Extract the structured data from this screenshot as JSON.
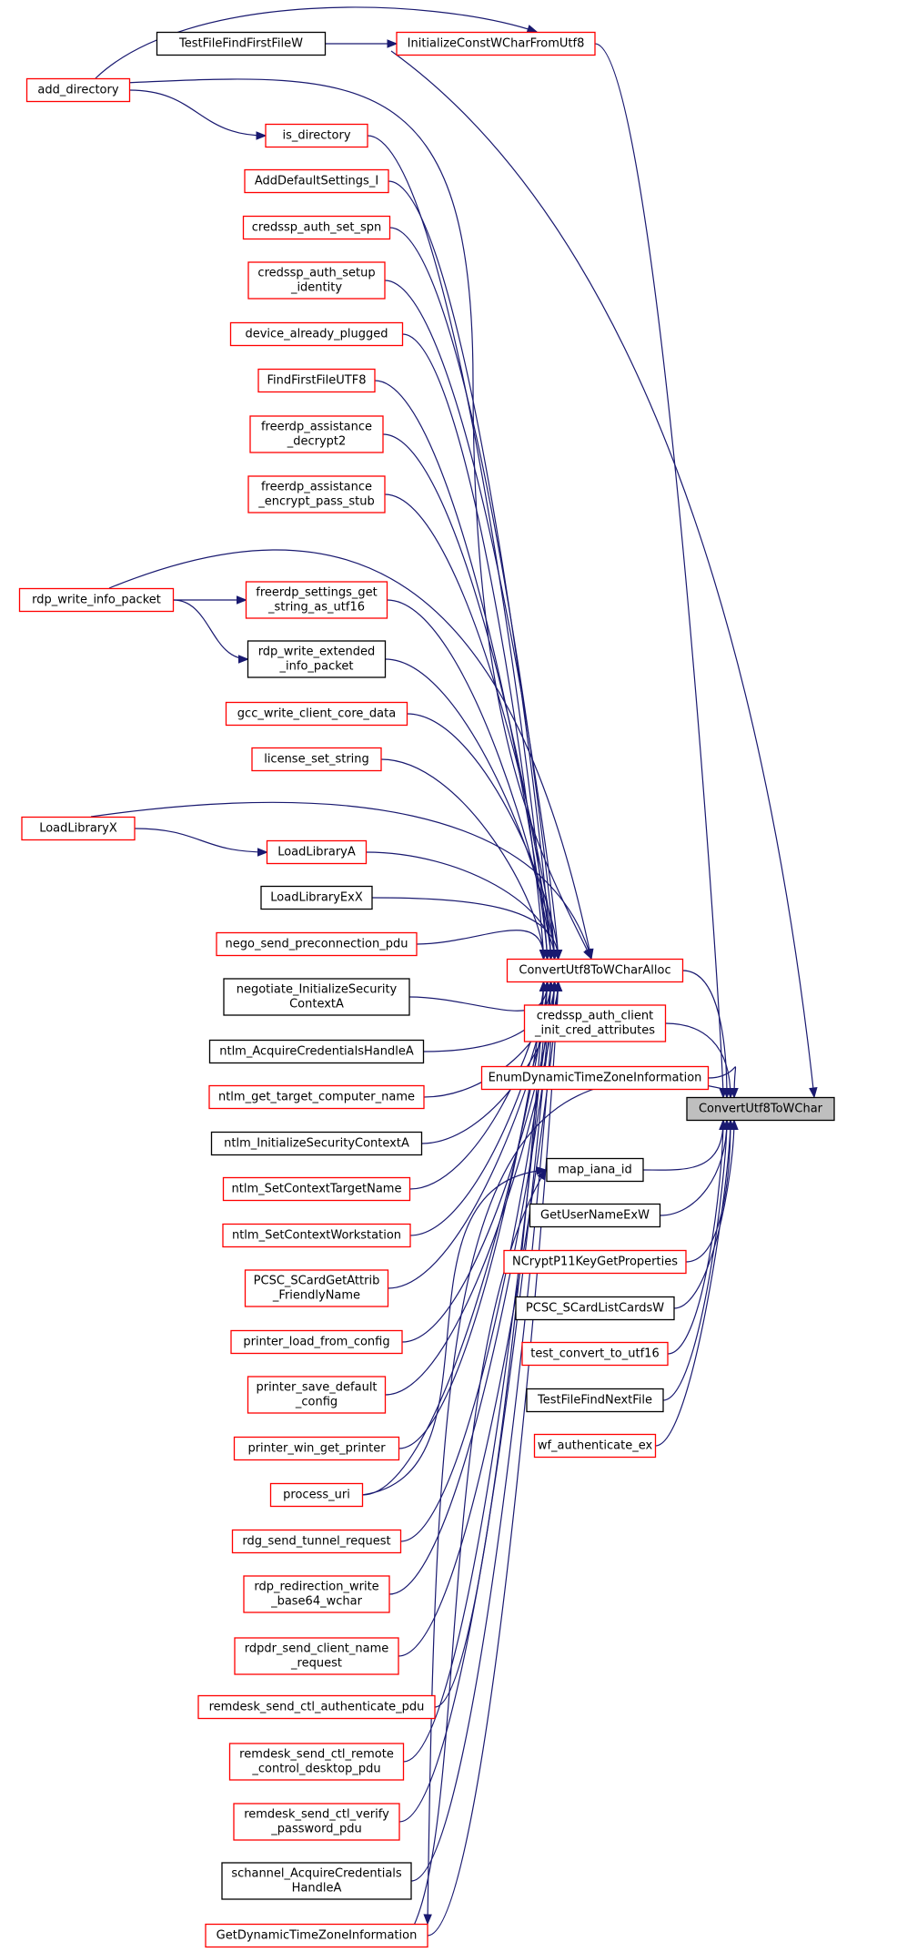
{
  "graph": {
    "title": "",
    "focus_id": "n_focus",
    "colors": {
      "edge": "#191970",
      "border_linked": "#ff0000",
      "border_plain": "#000000",
      "focus_fill": "#bfbfbf"
    },
    "nodes": [
      {
        "id": "n_focus",
        "lines": [
          "ConvertUtf8ToWChar"
        ],
        "style": "focus"
      },
      {
        "id": "n_init",
        "lines": [
          "InitializeConstWCharFromUtf8"
        ],
        "style": "red"
      },
      {
        "id": "n_tffff",
        "lines": [
          "TestFileFindFirstFileW"
        ],
        "style": "black"
      },
      {
        "id": "n_adddir",
        "lines": [
          "add_directory"
        ],
        "style": "red"
      },
      {
        "id": "n_isdir",
        "lines": [
          "is_directory"
        ],
        "style": "red"
      },
      {
        "id": "n_adddef",
        "lines": [
          "AddDefaultSettings_I"
        ],
        "style": "red"
      },
      {
        "id": "n_cassp",
        "lines": [
          "credssp_auth_set_spn"
        ],
        "style": "red"
      },
      {
        "id": "n_casi",
        "lines": [
          "credssp_auth_setup",
          "_identity"
        ],
        "style": "red"
      },
      {
        "id": "n_dap",
        "lines": [
          "device_already_plugged"
        ],
        "style": "red"
      },
      {
        "id": "n_fff8",
        "lines": [
          "FindFirstFileUTF8"
        ],
        "style": "red"
      },
      {
        "id": "n_fad2",
        "lines": [
          "freerdp_assistance",
          "_decrypt2"
        ],
        "style": "red"
      },
      {
        "id": "n_faeps",
        "lines": [
          "freerdp_assistance",
          "_encrypt_pass_stub"
        ],
        "style": "red"
      },
      {
        "id": "n_rwip",
        "lines": [
          "rdp_write_info_packet"
        ],
        "style": "red"
      },
      {
        "id": "n_fsgs",
        "lines": [
          "freerdp_settings_get",
          "_string_as_utf16"
        ],
        "style": "red"
      },
      {
        "id": "n_rweip",
        "lines": [
          "rdp_write_extended",
          "_info_packet"
        ],
        "style": "black"
      },
      {
        "id": "n_gwccd",
        "lines": [
          "gcc_write_client_core_data"
        ],
        "style": "red"
      },
      {
        "id": "n_lss",
        "lines": [
          "license_set_string"
        ],
        "style": "red"
      },
      {
        "id": "n_llx",
        "lines": [
          "LoadLibraryX"
        ],
        "style": "red"
      },
      {
        "id": "n_lla",
        "lines": [
          "LoadLibraryA"
        ],
        "style": "red"
      },
      {
        "id": "n_llex",
        "lines": [
          "LoadLibraryExX"
        ],
        "style": "black"
      },
      {
        "id": "n_nspp",
        "lines": [
          "nego_send_preconnection_pdu"
        ],
        "style": "red"
      },
      {
        "id": "n_alloc",
        "lines": [
          "ConvertUtf8ToWCharAlloc"
        ],
        "style": "red"
      },
      {
        "id": "n_nisc",
        "lines": [
          "negotiate_InitializeSecurity",
          "ContextA"
        ],
        "style": "black"
      },
      {
        "id": "n_nach",
        "lines": [
          "ntlm_AcquireCredentialsHandleA"
        ],
        "style": "black"
      },
      {
        "id": "n_ngtcn",
        "lines": [
          "ntlm_get_target_computer_name"
        ],
        "style": "red"
      },
      {
        "id": "n_nisca",
        "lines": [
          "ntlm_InitializeSecurityContextA"
        ],
        "style": "black"
      },
      {
        "id": "n_nsctn",
        "lines": [
          "ntlm_SetContextTargetName"
        ],
        "style": "red"
      },
      {
        "id": "n_nscw",
        "lines": [
          "ntlm_SetContextWorkstation"
        ],
        "style": "red"
      },
      {
        "id": "n_psgafn",
        "lines": [
          "PCSC_SCardGetAttrib",
          "_FriendlyName"
        ],
        "style": "red"
      },
      {
        "id": "n_plfc",
        "lines": [
          "printer_load_from_config"
        ],
        "style": "red"
      },
      {
        "id": "n_psdc",
        "lines": [
          "printer_save_default",
          "_config"
        ],
        "style": "red"
      },
      {
        "id": "n_pwgp",
        "lines": [
          "printer_win_get_printer"
        ],
        "style": "red"
      },
      {
        "id": "n_puri",
        "lines": [
          "process_uri"
        ],
        "style": "red"
      },
      {
        "id": "n_rstr",
        "lines": [
          "rdg_send_tunnel_request"
        ],
        "style": "red"
      },
      {
        "id": "n_rrwbw",
        "lines": [
          "rdp_redirection_write",
          "_base64_wchar"
        ],
        "style": "red"
      },
      {
        "id": "n_rscnr",
        "lines": [
          "rdpdr_send_client_name",
          "_request"
        ],
        "style": "red"
      },
      {
        "id": "n_rscap",
        "lines": [
          "remdesk_send_ctl_authenticate_pdu"
        ],
        "style": "red"
      },
      {
        "id": "n_rscrc",
        "lines": [
          "remdesk_send_ctl_remote",
          "_control_desktop_pdu"
        ],
        "style": "red"
      },
      {
        "id": "n_rscvp",
        "lines": [
          "remdesk_send_ctl_verify",
          "_password_pdu"
        ],
        "style": "red"
      },
      {
        "id": "n_sach",
        "lines": [
          "schannel_AcquireCredentials",
          "HandleA"
        ],
        "style": "black"
      },
      {
        "id": "n_gdtzi",
        "lines": [
          "GetDynamicTimeZoneInformation"
        ],
        "style": "red"
      },
      {
        "id": "n_caicca",
        "lines": [
          "credssp_auth_client",
          "_init_cred_attributes"
        ],
        "style": "red"
      },
      {
        "id": "n_edtzi",
        "lines": [
          "EnumDynamicTimeZoneInformation"
        ],
        "style": "red"
      },
      {
        "id": "n_mii",
        "lines": [
          "map_iana_id"
        ],
        "style": "black"
      },
      {
        "id": "n_gunew",
        "lines": [
          "GetUserNameExW"
        ],
        "style": "black"
      },
      {
        "id": "n_ncpkgp",
        "lines": [
          "NCryptP11KeyGetProperties"
        ],
        "style": "red"
      },
      {
        "id": "n_pslcw",
        "lines": [
          "PCSC_SCardListCardsW"
        ],
        "style": "black"
      },
      {
        "id": "n_tctu",
        "lines": [
          "test_convert_to_utf16"
        ],
        "style": "red"
      },
      {
        "id": "n_tffnf",
        "lines": [
          "TestFileFindNextFile"
        ],
        "style": "black"
      },
      {
        "id": "n_wfae",
        "lines": [
          "wf_authenticate_ex"
        ],
        "style": "red"
      }
    ],
    "edges": [
      {
        "from": "n_init",
        "to": "n_focus"
      },
      {
        "from": "n_tffff",
        "to": "n_init"
      },
      {
        "from": "n_adddir",
        "to": "n_init"
      },
      {
        "from": "n_tffff",
        "to": "n_focus"
      },
      {
        "from": "n_adddir",
        "to": "n_isdir"
      },
      {
        "from": "n_adddir",
        "to": "n_alloc"
      },
      {
        "from": "n_isdir",
        "to": "n_alloc"
      },
      {
        "from": "n_adddef",
        "to": "n_alloc"
      },
      {
        "from": "n_cassp",
        "to": "n_alloc"
      },
      {
        "from": "n_casi",
        "to": "n_alloc"
      },
      {
        "from": "n_dap",
        "to": "n_alloc"
      },
      {
        "from": "n_fff8",
        "to": "n_alloc"
      },
      {
        "from": "n_fad2",
        "to": "n_alloc"
      },
      {
        "from": "n_faeps",
        "to": "n_alloc"
      },
      {
        "from": "n_rwip",
        "to": "n_fsgs"
      },
      {
        "from": "n_rwip",
        "to": "n_rweip"
      },
      {
        "from": "n_rwip",
        "to": "n_alloc"
      },
      {
        "from": "n_fsgs",
        "to": "n_alloc"
      },
      {
        "from": "n_rweip",
        "to": "n_alloc"
      },
      {
        "from": "n_gwccd",
        "to": "n_alloc"
      },
      {
        "from": "n_lss",
        "to": "n_alloc"
      },
      {
        "from": "n_llx",
        "to": "n_lla"
      },
      {
        "from": "n_llx",
        "to": "n_alloc"
      },
      {
        "from": "n_lla",
        "to": "n_alloc"
      },
      {
        "from": "n_llex",
        "to": "n_alloc"
      },
      {
        "from": "n_nspp",
        "to": "n_alloc"
      },
      {
        "from": "n_nisc",
        "to": "n_alloc"
      },
      {
        "from": "n_nach",
        "to": "n_alloc"
      },
      {
        "from": "n_ngtcn",
        "to": "n_alloc"
      },
      {
        "from": "n_nisca",
        "to": "n_alloc"
      },
      {
        "from": "n_nsctn",
        "to": "n_alloc"
      },
      {
        "from": "n_nscw",
        "to": "n_alloc"
      },
      {
        "from": "n_psgafn",
        "to": "n_alloc"
      },
      {
        "from": "n_plfc",
        "to": "n_alloc"
      },
      {
        "from": "n_psdc",
        "to": "n_alloc"
      },
      {
        "from": "n_pwgp",
        "to": "n_alloc"
      },
      {
        "from": "n_puri",
        "to": "n_alloc"
      },
      {
        "from": "n_rstr",
        "to": "n_alloc"
      },
      {
        "from": "n_rrwbw",
        "to": "n_alloc"
      },
      {
        "from": "n_rscnr",
        "to": "n_alloc"
      },
      {
        "from": "n_rscap",
        "to": "n_alloc"
      },
      {
        "from": "n_rscrc",
        "to": "n_alloc"
      },
      {
        "from": "n_rscvp",
        "to": "n_alloc"
      },
      {
        "from": "n_sach",
        "to": "n_alloc"
      },
      {
        "from": "n_gdtzi",
        "to": "n_alloc"
      },
      {
        "from": "n_alloc",
        "to": "n_focus"
      },
      {
        "from": "n_caicca",
        "to": "n_focus"
      },
      {
        "from": "n_edtzi",
        "to": "n_focus"
      },
      {
        "from": "n_mii",
        "to": "n_focus"
      },
      {
        "from": "n_gunew",
        "to": "n_focus"
      },
      {
        "from": "n_ncpkgp",
        "to": "n_focus"
      },
      {
        "from": "n_pslcw",
        "to": "n_focus"
      },
      {
        "from": "n_tctu",
        "to": "n_focus"
      },
      {
        "from": "n_tffnf",
        "to": "n_focus"
      },
      {
        "from": "n_wfae",
        "to": "n_focus"
      },
      {
        "from": "n_gdtzi",
        "to": "n_mii"
      },
      {
        "from": "n_puri",
        "to": "n_mii"
      },
      {
        "from": "n_edtzi",
        "to": "n_gdtzi"
      }
    ]
  }
}
